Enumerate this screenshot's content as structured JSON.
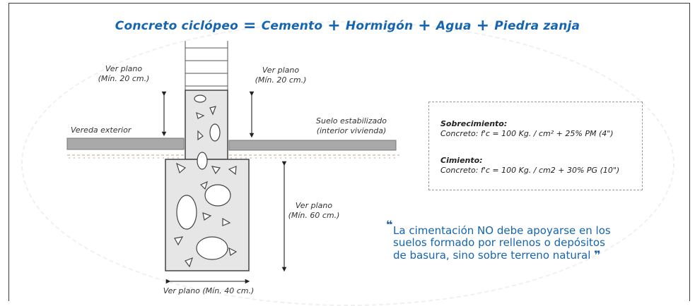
{
  "formula": {
    "concreto": "Concreto ciclópeo",
    "equals": "=",
    "cemento": "Cemento",
    "plus": "+",
    "hormigon": "Hormigón",
    "agua": "Agua",
    "piedra": "Piedra zanja"
  },
  "labels": {
    "ver_plano_left_1": "Ver plano",
    "ver_plano_left_2": "(Mín. 20 cm.)",
    "ver_plano_right_1": "Ver plano",
    "ver_plano_right_2": "(Mín. 20 cm.)",
    "vereda": "Vereda exterior",
    "suelo_1": "Suelo estabilizado",
    "suelo_2": "(interior vivienda)",
    "ver_plano_60_1": "Ver plano",
    "ver_plano_60_2": "(Mín. 60 cm.)",
    "ver_plano_40": "Ver plano (Mín. 40 cm.)"
  },
  "specs": {
    "sobrecimiento_title": "Sobrecimiento:",
    "sobrecimiento_text": "Concreto: f'c = 100 Kg. / cm² + 25% PM (4\")",
    "cimiento_title": "Cimiento:",
    "cimiento_text": "Concreto: f'c = 100 Kg. / cm2 + 30% PG (10\")"
  },
  "quote": {
    "open": "❝",
    "line1": "La cimentación NO debe apoyarse en los",
    "line2": "suelos formado por rellenos o depósitos",
    "line3": "de basura, sino sobre terreno natural",
    "close": "❞"
  },
  "colors": {
    "accent": "#1565b0",
    "concrete": "#e6e6e6",
    "slab": "#a9a9a9",
    "soil": "#c8a27a"
  }
}
